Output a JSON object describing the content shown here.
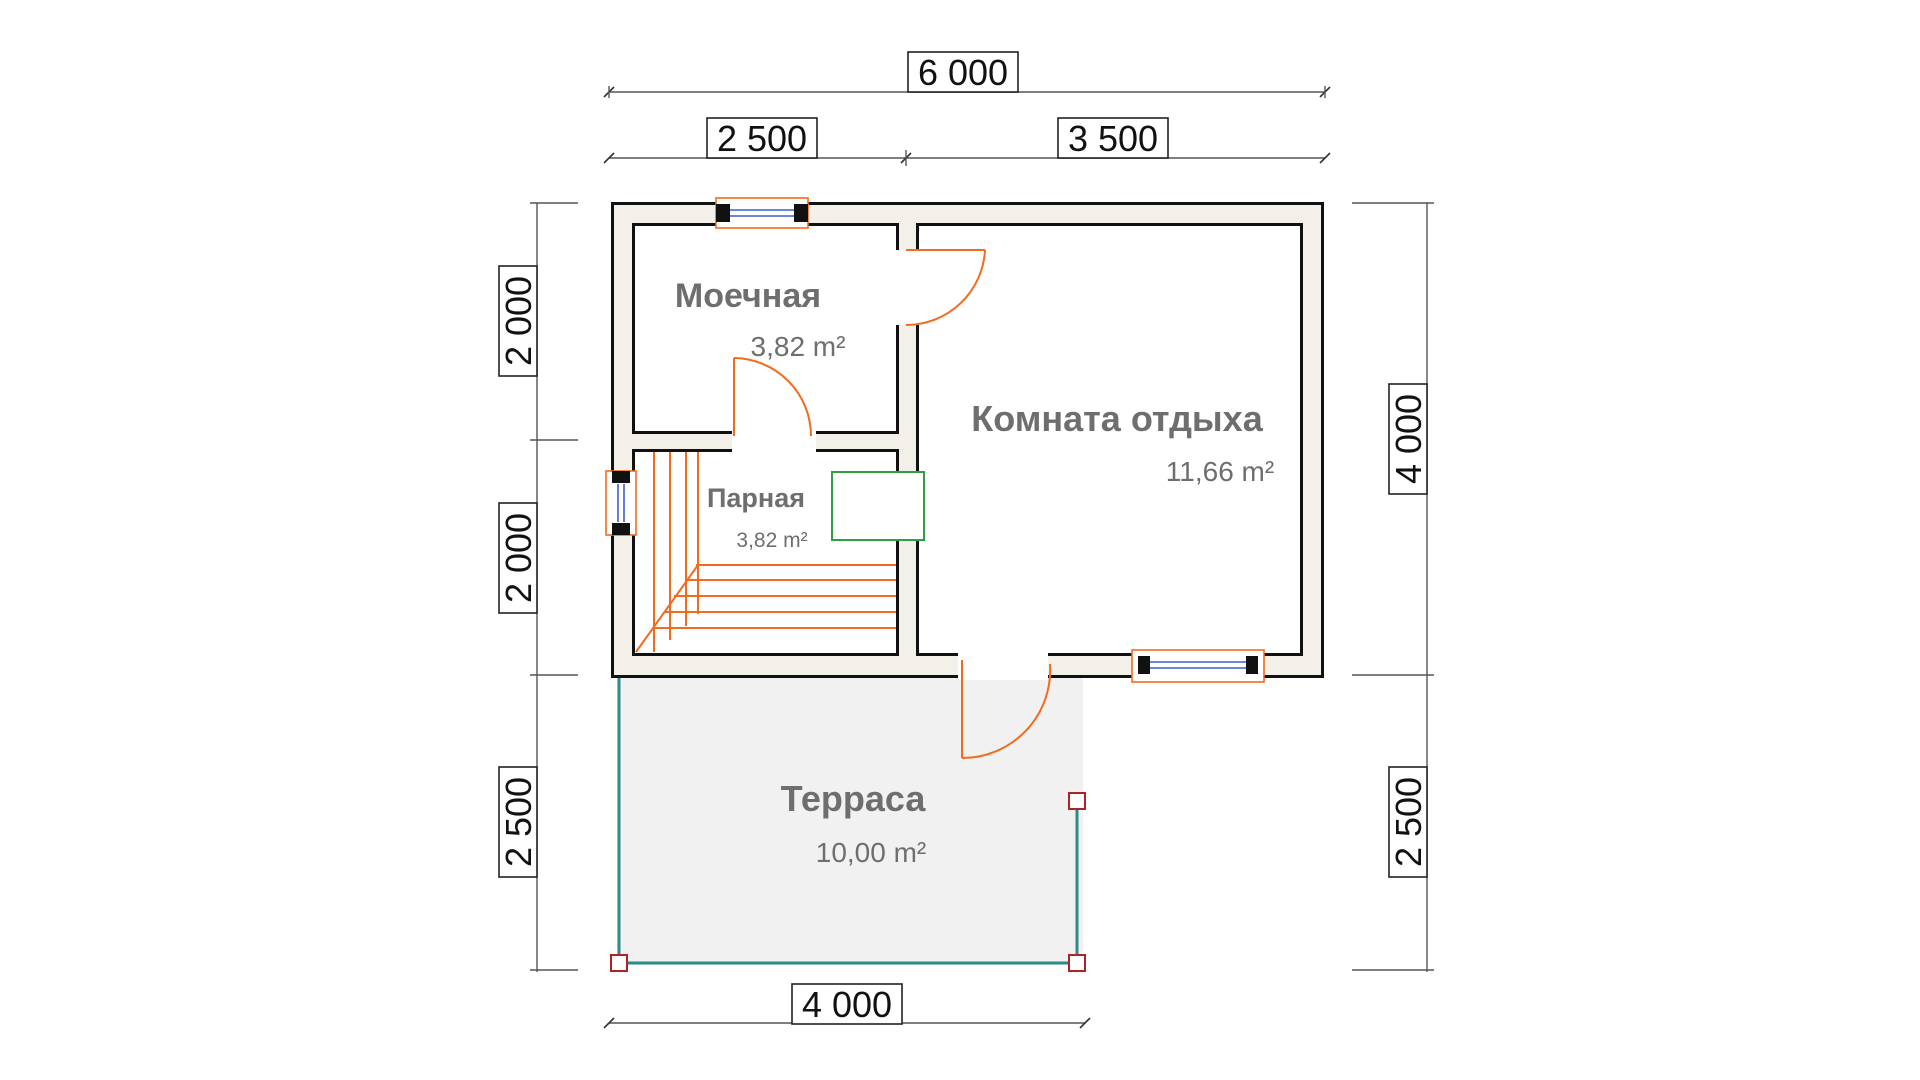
{
  "dimensions": {
    "top_total": "6 000",
    "top_left": "2 500",
    "top_right": "3 500",
    "left_upper": "2 000",
    "left_middle": "2 000",
    "left_lower": "2 500",
    "right_upper": "4 000",
    "right_lower": "2 500",
    "bottom": "4 000"
  },
  "rooms": {
    "washroom": {
      "name": "Моечная",
      "area": "3,82 m²"
    },
    "steam_room": {
      "name": "Парная",
      "area": "3,82 m²"
    },
    "rest_room": {
      "name": "Комната отдыха",
      "area": "11,66 m²"
    },
    "terrace": {
      "name": "Терраса",
      "area": "10,00 m²"
    }
  },
  "colors": {
    "walls": "#111111",
    "wall_fill": "#f3f0ea",
    "doors": "#f26b1d",
    "stove": "#2ea043",
    "terrace_floor": "#f1f1f1",
    "rail": "#2e8b8b",
    "posts": "#b22222",
    "text": "#6e6e6e"
  }
}
